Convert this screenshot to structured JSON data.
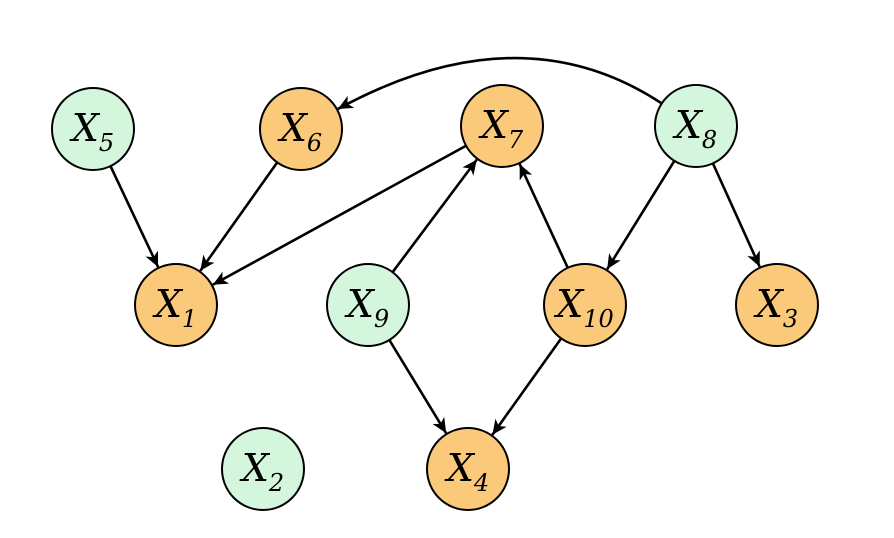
{
  "colors": {
    "observed": "#fbc97a",
    "latent": "#d4f6dc",
    "stroke": "#000000"
  },
  "nodes": [
    {
      "id": "x5",
      "base": "X",
      "sub": "5",
      "kind": "latent"
    },
    {
      "id": "x6",
      "base": "X",
      "sub": "6",
      "kind": "observed"
    },
    {
      "id": "x7",
      "base": "X",
      "sub": "7",
      "kind": "observed"
    },
    {
      "id": "x8",
      "base": "X",
      "sub": "8",
      "kind": "latent"
    },
    {
      "id": "x1",
      "base": "X",
      "sub": "1",
      "kind": "observed"
    },
    {
      "id": "x9",
      "base": "X",
      "sub": "9",
      "kind": "latent"
    },
    {
      "id": "x10",
      "base": "X",
      "sub": "10",
      "kind": "observed"
    },
    {
      "id": "x3",
      "base": "X",
      "sub": "3",
      "kind": "observed"
    },
    {
      "id": "x2",
      "base": "X",
      "sub": "2",
      "kind": "latent"
    },
    {
      "id": "x4",
      "base": "X",
      "sub": "4",
      "kind": "observed"
    }
  ],
  "edges": [
    {
      "from": "x5",
      "to": "x1"
    },
    {
      "from": "x6",
      "to": "x1"
    },
    {
      "from": "x7",
      "to": "x1"
    },
    {
      "from": "x9",
      "to": "x7"
    },
    {
      "from": "x10",
      "to": "x7"
    },
    {
      "from": "x8",
      "to": "x6"
    },
    {
      "from": "x8",
      "to": "x10"
    },
    {
      "from": "x8",
      "to": "x3"
    },
    {
      "from": "x9",
      "to": "x4"
    },
    {
      "from": "x10",
      "to": "x4"
    }
  ]
}
